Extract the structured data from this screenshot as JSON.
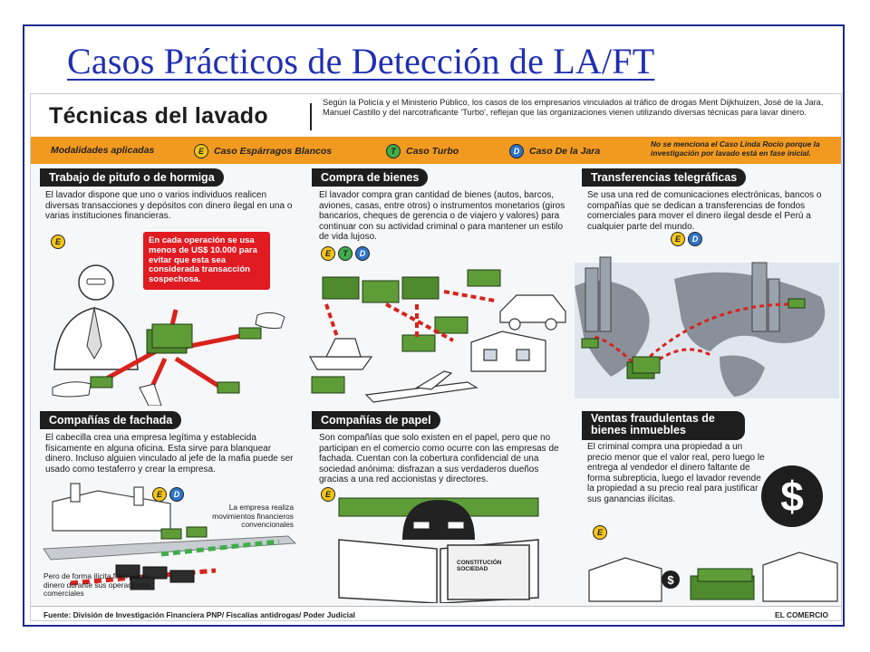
{
  "slide": {
    "title": "Casos Prácticos de Detección de LA/FT"
  },
  "infographic": {
    "title": "Técnicas del lavado",
    "intro": "Según la Policía y el Ministerio Público, los casos de los empresarios vinculados al tráfico de drogas Ment Dijkhuizen, José de la Jara, Manuel Castillo y del narcotraficante 'Turbo', reflejan que las organizaciones vienen utilizando diversas técnicas para lavar dinero.",
    "legend": {
      "label": "Modalidades aplicadas",
      "items": [
        {
          "letter": "E",
          "text": "Caso Espárragos Blancos",
          "color": "#f5c518"
        },
        {
          "letter": "T",
          "text": "Caso Turbo",
          "color": "#3fae49"
        },
        {
          "letter": "D",
          "text": "Caso De la Jara",
          "color": "#2e74c8"
        }
      ],
      "note": "No se menciona el Caso Linda Rocío porque la investigación por lavado está en fase inicial."
    },
    "panels": {
      "pitufo": {
        "title": "Trabajo de pitufo o de hormiga",
        "text": "El lavador dispone que uno o varios individuos realicen diversas transacciones y depósitos con dinero ilegal en una o varias instituciones financieras.",
        "badges": [
          "E"
        ],
        "warning": "En cada operación se usa menos de US$ 10.000 para evitar que esta sea considerada transacción sospechosa."
      },
      "bienes": {
        "title": "Compra de bienes",
        "text": "El lavador compra gran cantidad de bienes (autos, barcos, aviones, casas, entre otros) o instrumentos monetarios (giros bancarios, cheques de gerencia o de viajero y valores) para continuar con su actividad criminal o para mantener un estilo de vida lujoso.",
        "badges": [
          "E",
          "T",
          "D"
        ]
      },
      "transferencias": {
        "title": "Transferencias telegráficas",
        "text": "Se usa una red de comunicaciones electrónicas, bancos o compañías que se dedican a transferencias de fondos comerciales para mover el dinero ilegal desde el Perú a cualquier parte del mundo.",
        "badges": [
          "E",
          "D"
        ]
      },
      "fachada": {
        "title": "Compañías de fachada",
        "text": "El cabecilla crea una empresa legítima y establecida físicamente en alguna oficina. Esta sirve para blanquear dinero. Incluso alguien vinculado al jefe de la mafia puede ser usado como testaferro y crear la empresa.",
        "badges": [
          "E",
          "D"
        ],
        "caption_right": "La empresa realiza movimientos financieros convencionales",
        "caption_left": "Pero de forma ilícita filtra y lava dinero durante sus operaciones comerciales"
      },
      "papel": {
        "title": "Compañías de papel",
        "text": "Son compañías que solo existen en el papel, pero que no participan en el comercio como ocurre con las empresas de fachada. Cuentan con la cobertura confidencial de una sociedad anónima: disfrazan a sus verdaderos dueños gracias a una red accionistas y directores.",
        "badges": [
          "E"
        ],
        "document_label": "CONSTITUCIÓN SOCIEDAD"
      },
      "ventas": {
        "title": "Ventas fraudulentas de bienes inmuebles",
        "text": "El criminal compra una propiedad a un precio menor que el valor real, pero luego le entrega al vendedor el dinero faltante de forma subrepticia, luego el lavador revende la propiedad a su precio real para justificar sus ganancias ilícitas.",
        "badges": [
          "E"
        ]
      }
    },
    "footer": {
      "source": "Fuente: División de Investigación Financiera PNP/ Fiscalías antidrogas/ Poder Judicial",
      "brand": "EL COMERCIO"
    }
  },
  "colors": {
    "frame": "#1b2a8c",
    "title": "#1f2fb2",
    "legend_bar": "#f29a20",
    "cash": "#4f8a2e",
    "arrow": "#d9221c",
    "warning": "#e11b22"
  }
}
